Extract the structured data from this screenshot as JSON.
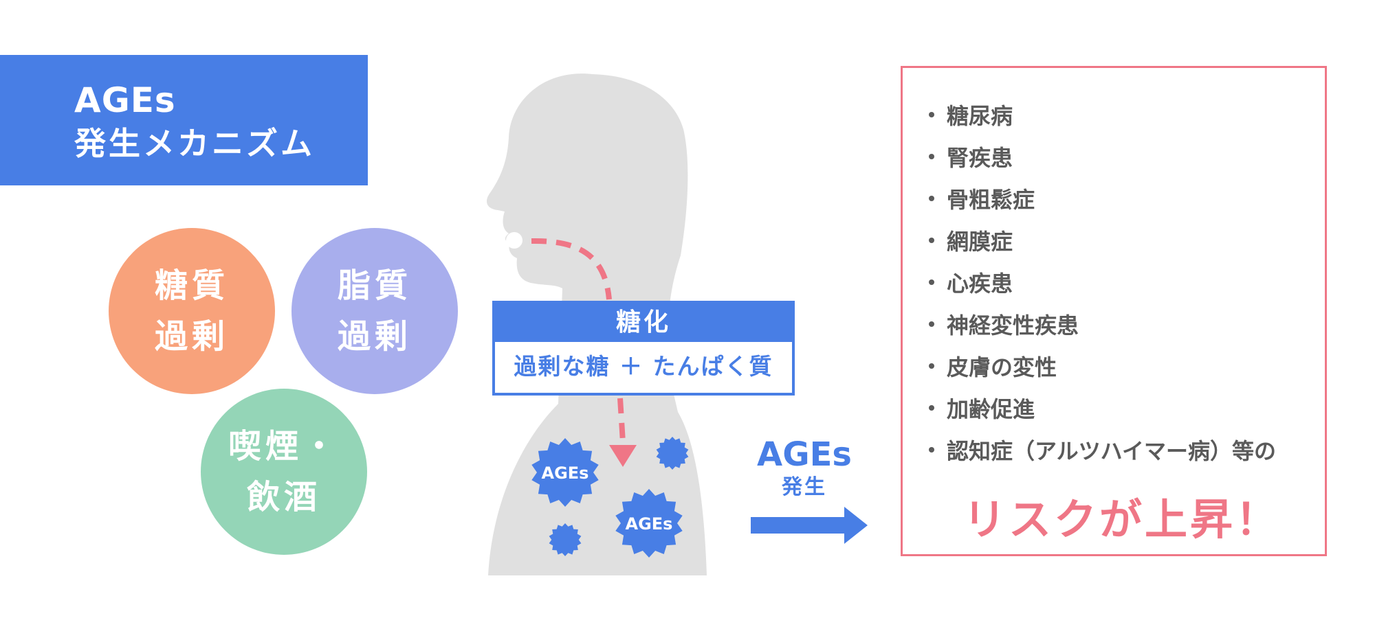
{
  "title": {
    "line1": "AGEs",
    "line2": "発生メカニズム"
  },
  "causes": [
    {
      "line1": "糖質",
      "line2": "過剰",
      "color": "#f8a27b"
    },
    {
      "line1": "脂質",
      "line2": "過剰",
      "color": "#a8aeed"
    },
    {
      "line1": "喫煙・",
      "line2": "飲酒",
      "color": "#94d5b7"
    }
  ],
  "glycation": {
    "heading": "糖化",
    "formula": "過剰な糖 ＋ たんぱく質"
  },
  "ages_labels": [
    "AGEs",
    "AGEs"
  ],
  "arrow": {
    "label": "AGEs",
    "sublabel": "発生"
  },
  "risks": {
    "items": [
      "糖尿病",
      "腎疾患",
      "骨粗鬆症",
      "網膜症",
      "心疾患",
      "神経変性疾患",
      "皮膚の変性",
      "加齢促進",
      "認知症（アルツハイマー病）等の"
    ],
    "result": "リスクが上昇！"
  },
  "colors": {
    "blue": "#487ee5",
    "pink": "#ef7686",
    "silhouette": "#e0e0e0",
    "text": "#5a5a5a"
  }
}
